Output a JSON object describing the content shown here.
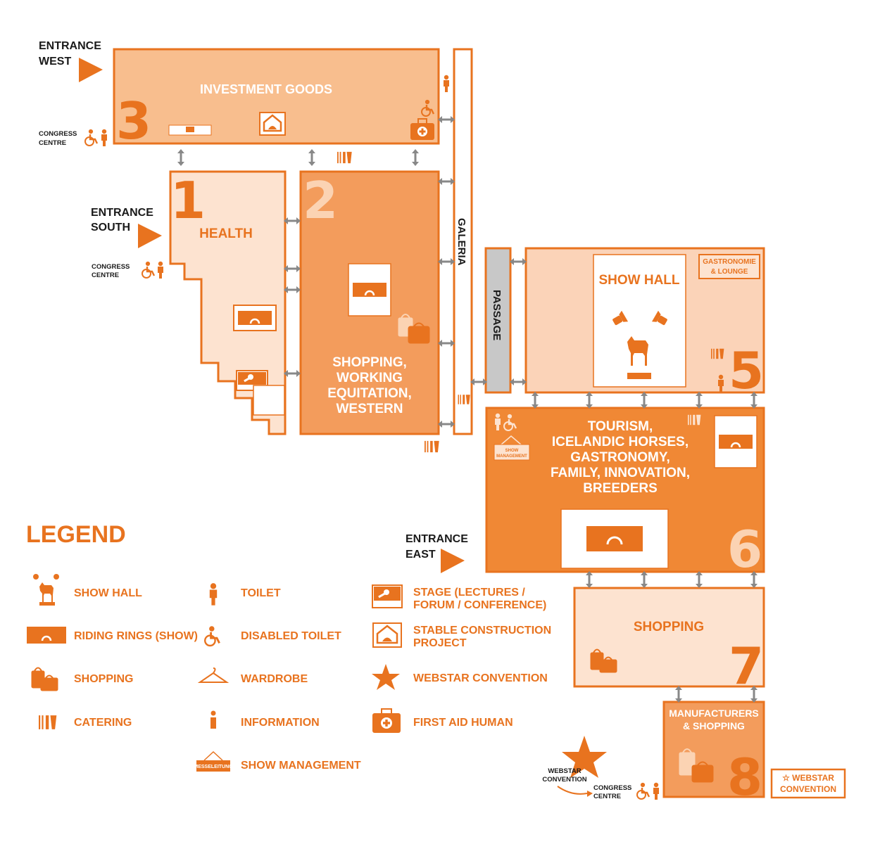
{
  "colors": {
    "accent": "#e8731f",
    "hall_light": "#fde3d0",
    "hall_mid": "#f8be8e",
    "hall_strong": "#f39c5c",
    "hall_dark": "#f08835",
    "passage": "#c8c8c8",
    "connector": "#888888"
  },
  "entrances": {
    "west": [
      "ENTRANCE",
      "WEST"
    ],
    "south": [
      "ENTRANCE",
      "SOUTH"
    ],
    "east": [
      "ENTRANCE",
      "EAST"
    ]
  },
  "congress": [
    "CONGRESS",
    "CENTRE"
  ],
  "halls": {
    "h3": {
      "number": "3",
      "name": "INVESTMENT GOODS"
    },
    "h1": {
      "number": "1",
      "name": "HEALTH"
    },
    "h2": {
      "number": "2",
      "name": [
        "SHOPPING,",
        "WORKING",
        "EQUITATION,",
        "WESTERN"
      ]
    },
    "h5": {
      "number": "5",
      "name": "SHOW HALL",
      "sub": [
        "GASTRONOMIE",
        "& LOUNGE"
      ]
    },
    "h6": {
      "number": "6",
      "name": [
        "TOURISM,",
        "ICELANDIC HORSES,",
        "GASTRONOMY,",
        "FAMILY, INNOVATION,",
        "BREEDERS"
      ],
      "badge": [
        "SHOW",
        "MANAGEMENT"
      ]
    },
    "h7": {
      "number": "7",
      "name": "SHOPPING"
    },
    "h8": {
      "number": "8",
      "name": [
        "MANUFACTURERS",
        "& SHOPPING"
      ]
    }
  },
  "galeria": "GALERIA",
  "passage": "PASSAGE",
  "webstar": {
    "badge_lines": [
      "☆ WEBSTAR",
      "CONVENTION"
    ],
    "logo_lines": [
      "WEBSTAR",
      "CONVENTION"
    ]
  },
  "legend": {
    "title": "LEGEND",
    "items": [
      {
        "icon": "show-hall-icon",
        "label": "SHOW HALL"
      },
      {
        "icon": "riding-ring-icon",
        "label": "RIDING RINGS (SHOW)"
      },
      {
        "icon": "shopping-icon",
        "label": "SHOPPING"
      },
      {
        "icon": "catering-icon",
        "label": "CATERING"
      },
      {
        "icon": "toilet-icon",
        "label": "TOILET"
      },
      {
        "icon": "disabled-toilet-icon",
        "label": "DISABLED TOILET"
      },
      {
        "icon": "wardrobe-icon",
        "label": "WARDROBE"
      },
      {
        "icon": "information-icon",
        "label": "INFORMATION"
      },
      {
        "icon": "show-management-icon",
        "label": "SHOW MANAGEMENT"
      },
      {
        "icon": "stage-icon",
        "label": [
          "STAGE (LECTURES /",
          "FORUM / CONFERENCE)"
        ]
      },
      {
        "icon": "stable-construction-icon",
        "label": [
          "STABLE CONSTRUCTION",
          "PROJECT"
        ]
      },
      {
        "icon": "webstar-convention-icon",
        "label": "WEBSTAR CONVENTION"
      },
      {
        "icon": "first-aid-icon",
        "label": "FIRST AID HUMAN"
      }
    ],
    "show_management_sign": "MESSELEITUNG"
  }
}
